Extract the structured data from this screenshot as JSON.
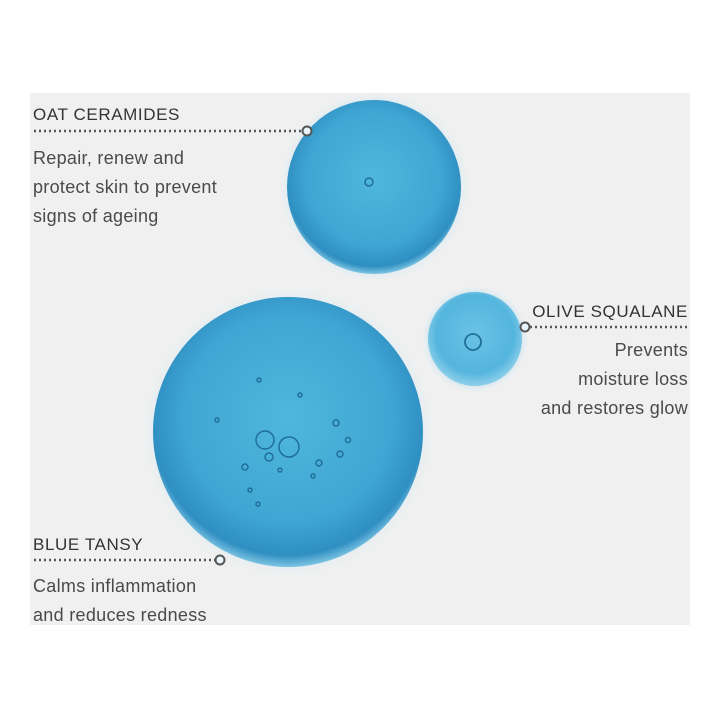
{
  "ingredients": [
    {
      "name": "OAT CERAMIDES",
      "description": [
        "Repair, renew and",
        "protect skin to prevent",
        "signs of ageing"
      ]
    },
    {
      "name": "OLIVE SQUALANE",
      "description": [
        "Prevents",
        "moisture loss",
        "and restores glow"
      ]
    },
    {
      "name": "BLUE TANSY",
      "description": [
        "Calms inflammation",
        "and reduces redness"
      ]
    }
  ],
  "colors": {
    "panel_background": "#f0f0f0",
    "droplet_light": "#8fd0ea",
    "droplet_mid": "#4ab0d8",
    "droplet_dark": "#2e8dbf",
    "leader_line": "#555555"
  }
}
